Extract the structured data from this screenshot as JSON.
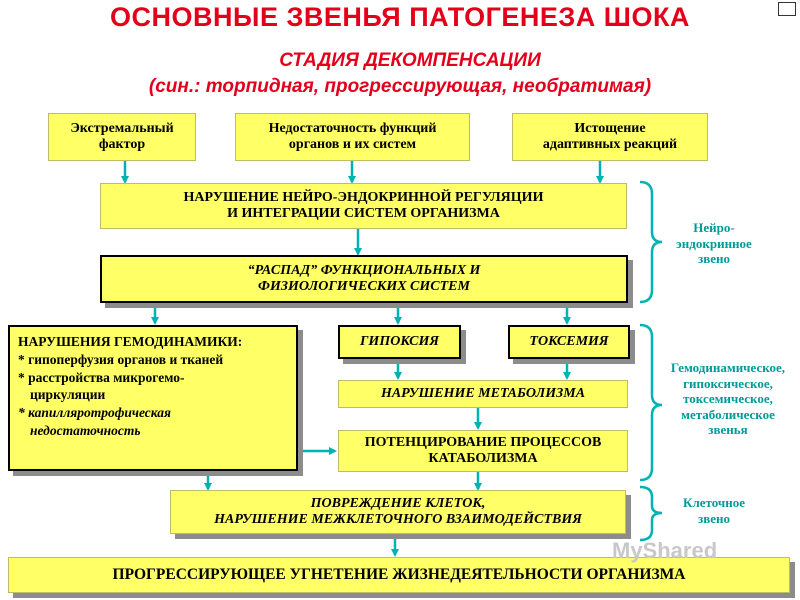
{
  "title": "ОСНОВНЫЕ ЗВЕНЬЯ ПАТОГЕНЕЗА ШОКА",
  "stage": "СТАДИЯ ДЕКОМПЕНСАЦИИ",
  "synonyms": "(син.: торпидная, прогрессирующая, необратимая)",
  "boxes": {
    "extreme_1": "Экстремальный",
    "extreme_2": "фактор",
    "insuff_1": "Недостаточность функций",
    "insuff_2": "органов и их систем",
    "exhaust_1": "Истощение",
    "exhaust_2": "адаптивных реакций",
    "neuro_1": "НАРУШЕНИЕ НЕЙРО-ЭНДОКРИННОЙ РЕГУЛЯЦИИ",
    "neuro_2": "И ИНТЕГРАЦИИ СИСТЕМ ОРГАНИЗМА",
    "decay_1": "“РАСПАД” ФУНКЦИОНАЛЬНЫХ И",
    "decay_2": "ФИЗИОЛОГИЧЕСКИХ СИСТЕМ",
    "hemo_title": "НАРУШЕНИЯ ГЕМОДИНАМИКИ:",
    "hemo_1": "* гипоперфузия органов и тканей",
    "hemo_2a": "* расстройства микрогемо-",
    "hemo_2b": "циркуляции",
    "hemo_3a": "* капилляротрофическая",
    "hemo_3b": "недостаточность",
    "hypoxia": "ГИПОКСИЯ",
    "toxemia": "ТОКСЕМИЯ",
    "metabolism": "НАРУШЕНИЕ МЕТАБОЛИЗМА",
    "catab_1": "ПОТЕНЦИРОВАНИЕ ПРОЦЕССОВ",
    "catab_2": "КАТАБОЛИЗМА",
    "cells_1": "ПОВРЕЖДЕНИЕ КЛЕТОК,",
    "cells_2": "НАРУШЕНИЕ МЕЖКЛЕТОЧНОГО ВЗАИМОДЕЙСТВИЯ",
    "final": "ПРОГРЕССИРУЮЩЕЕ УГНЕТЕНИЕ ЖИЗНЕДЕЯТЕЛЬНОСТИ ОРГАНИЗМА"
  },
  "labels": {
    "neuro_1": "Нейро-",
    "neuro_2": "эндокринное",
    "neuro_3": "звено",
    "hemo_1": "Гемодинамическое,",
    "hemo_2": "гипоксическое,",
    "hemo_3": "токсемическое,",
    "hemo_4": "метаболическое",
    "hemo_5": "звенья",
    "cell_1": "Клеточное",
    "cell_2": "звено"
  },
  "watermark": "MyShared",
  "colors": {
    "box_fill": "#ffff66",
    "title": "#e3001b",
    "arrow": "#00b3b3",
    "label": "#009a9a"
  }
}
